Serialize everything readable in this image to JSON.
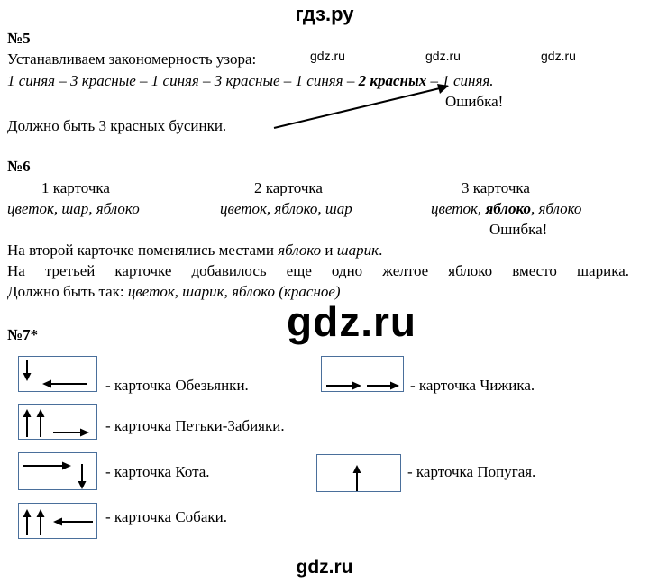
{
  "site_header": "гдз.ру",
  "watermark_small": "gdz.ru",
  "watermark_big": "gdz.ru",
  "footer_watermark": "gdz.ru",
  "task5": {
    "number": "№5",
    "intro": "Устанавливаем закономерность узора:",
    "pattern_start": "1 синяя – 3 красные – 1 синяя – 3 красные – 1 синяя – ",
    "pattern_bold": "2 красных",
    "pattern_end": " – 1 синяя.",
    "error": "Ошибка!",
    "conclusion": "Должно быть 3 красных бусинки."
  },
  "task6": {
    "number": "№6",
    "card1_title": "1 карточка",
    "card2_title": "2 карточка",
    "card3_title": "3 карточка",
    "card1_items": "цветок, шар, яблоко",
    "card2_items": "цветок, яблоко, шар",
    "card3_items_a": "цветок, ",
    "card3_items_bold": "яблоко",
    "card3_items_b": ", яблоко",
    "error": "Ошибка!",
    "line1_a": "На второй карточке поменялись местами ",
    "line1_i1": "яблоко",
    "line1_b": " и ",
    "line1_i2": "шарик",
    "line1_c": ".",
    "line2": "На третьей карточке добавилось еще одно желтое яблоко вместо шарика.",
    "line3_a": "Должно быть так: ",
    "line3_i": "цветок, шарик, яблоко (красное)"
  },
  "task7": {
    "number": "№7*",
    "cards": [
      {
        "label": "- карточка Обезьянки.",
        "arrows": [
          "down",
          "left"
        ]
      },
      {
        "label": "- карточка Чижика.",
        "arrows": [
          "right",
          "right"
        ]
      },
      {
        "label": "- карточка Петьки-Забияки.",
        "arrows": [
          "up",
          "up",
          "right"
        ]
      },
      {
        "label": "- карточка Кота.",
        "arrows": [
          "right",
          "down"
        ]
      },
      {
        "label": "- карточка Попугая.",
        "arrows": [
          "up"
        ]
      },
      {
        "label": "- карточка Собаки.",
        "arrows": [
          "up",
          "up",
          "left"
        ]
      }
    ]
  }
}
